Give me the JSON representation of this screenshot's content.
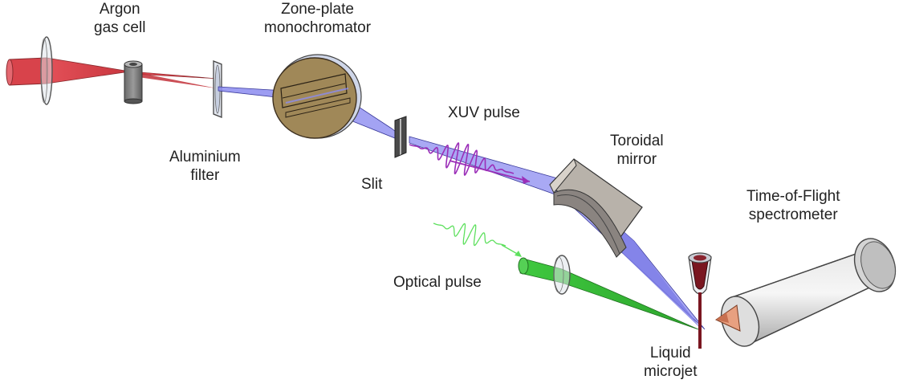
{
  "labels": {
    "argon_gas_cell": [
      "Argon",
      "gas cell"
    ],
    "zone_plate_monochromator": [
      "Zone-plate",
      "monochromator"
    ],
    "aluminium_filter": [
      "Aluminium",
      "filter"
    ],
    "slit": "Slit",
    "xuv_pulse": "XUV pulse",
    "toroidal_mirror": [
      "Toroidal",
      "mirror"
    ],
    "time_of_flight_spectrometer": [
      "Time-of-Flight",
      "spectrometer"
    ],
    "optical_pulse": "Optical pulse",
    "liquid_microjet": [
      "Liquid",
      "microjet"
    ]
  },
  "colors": {
    "ir_beam": "#d8434b",
    "xuv_beam": "#8c8cf0",
    "xuv_pulse": "#9b2fb8",
    "optical_beam": "#38c838",
    "optical_pulse": "#5ee05e",
    "zone_plate": "#a08858",
    "spectrometer_body": "#d2d2d2",
    "microjet_liquid": "#7a1620"
  }
}
